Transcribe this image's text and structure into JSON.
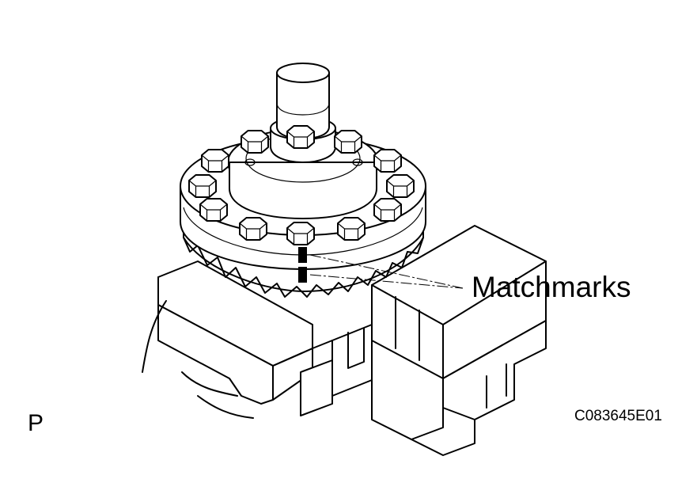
{
  "figure": {
    "callout_label": "Matchmarks",
    "view_letter": "P",
    "figure_code": "C083645E01"
  },
  "colors": {
    "line": "#000000",
    "background": "#ffffff",
    "matchmark": "#000000"
  }
}
